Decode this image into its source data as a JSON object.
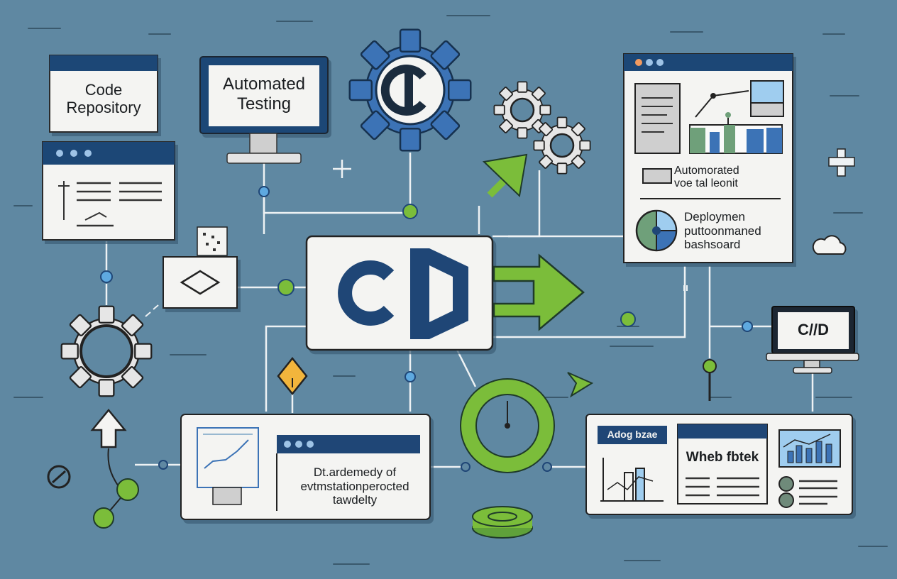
{
  "nodes": {
    "code_repo": "Code\nRepository",
    "auto_testing": "Automated\nTesting",
    "cd_main": "CD",
    "auto_report": "Automorated\nvoe tal leonit",
    "deploy_dash": "Deploymen\nputtoonmaned\nbashsoard",
    "cd_monitor": "C//D",
    "bottom_panel": "Dt.ardemedy of\nevtmstationperocted\ntawdelty",
    "web_panel_tab": "Adog bzae",
    "web_panel_title": "Wheb fbtek"
  },
  "colors": {
    "background": "#5f88a2",
    "navy": "#1f4676",
    "blue": "#3c73b6",
    "green": "#7bbd3a",
    "gear_gray": "#e6e6e6",
    "panel": "#f4f4f2",
    "line": "#eef2f4"
  },
  "icons": [
    "gear-icon",
    "arrow-right-icon",
    "arrow-up-icon",
    "code-brackets-icon",
    "chart-icon",
    "pie-chart-icon",
    "cloud-icon",
    "plus-icon",
    "monitor-icon",
    "dial-icon",
    "coin-stack-icon"
  ]
}
